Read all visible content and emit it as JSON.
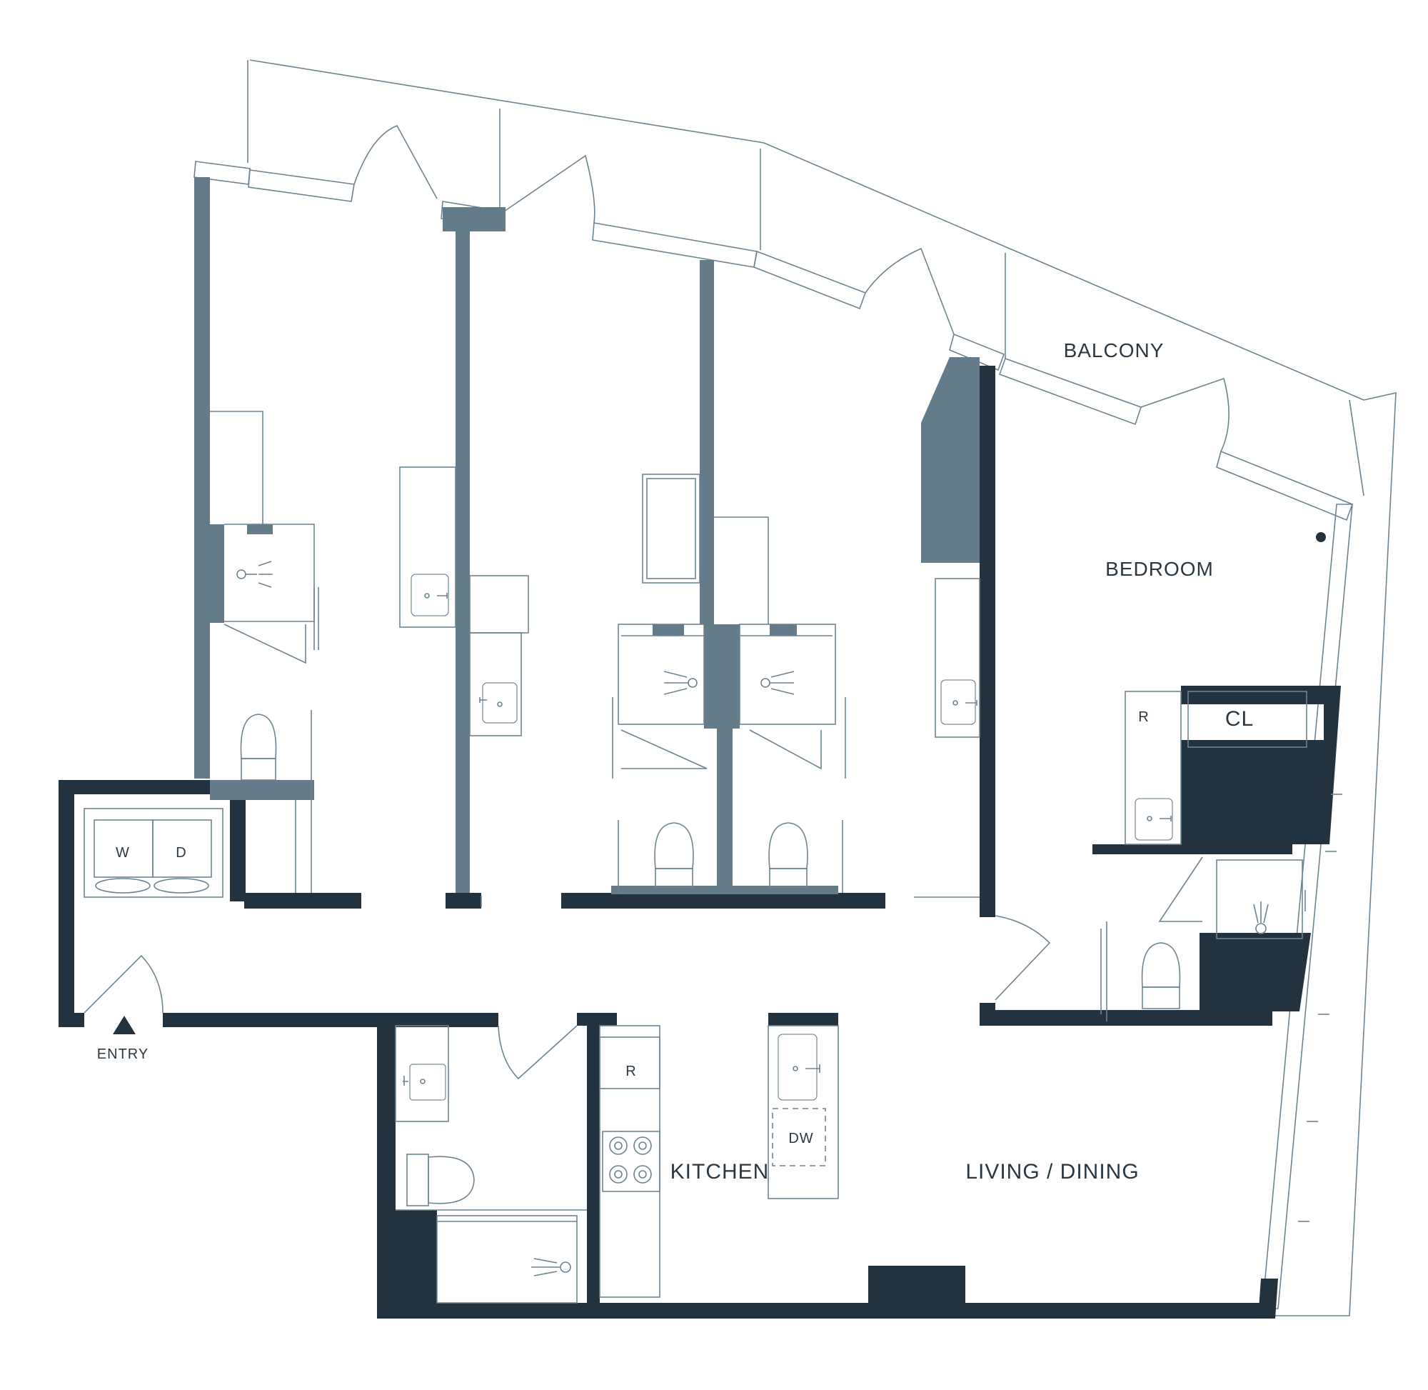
{
  "labels": {
    "balcony": "BALCONY",
    "bedroom": "BEDROOM",
    "closet": "CL",
    "refrigerator": "R",
    "washer": "W",
    "dryer": "D",
    "entry": "ENTRY",
    "kitchen": "KITCHEN",
    "dishwasher": "DW",
    "living_dining": "LIVING / DINING"
  },
  "colors": {
    "wall_dark": "#22333f",
    "wall_partition": "#647c89",
    "line": "#6d8390",
    "background": "#ffffff"
  }
}
